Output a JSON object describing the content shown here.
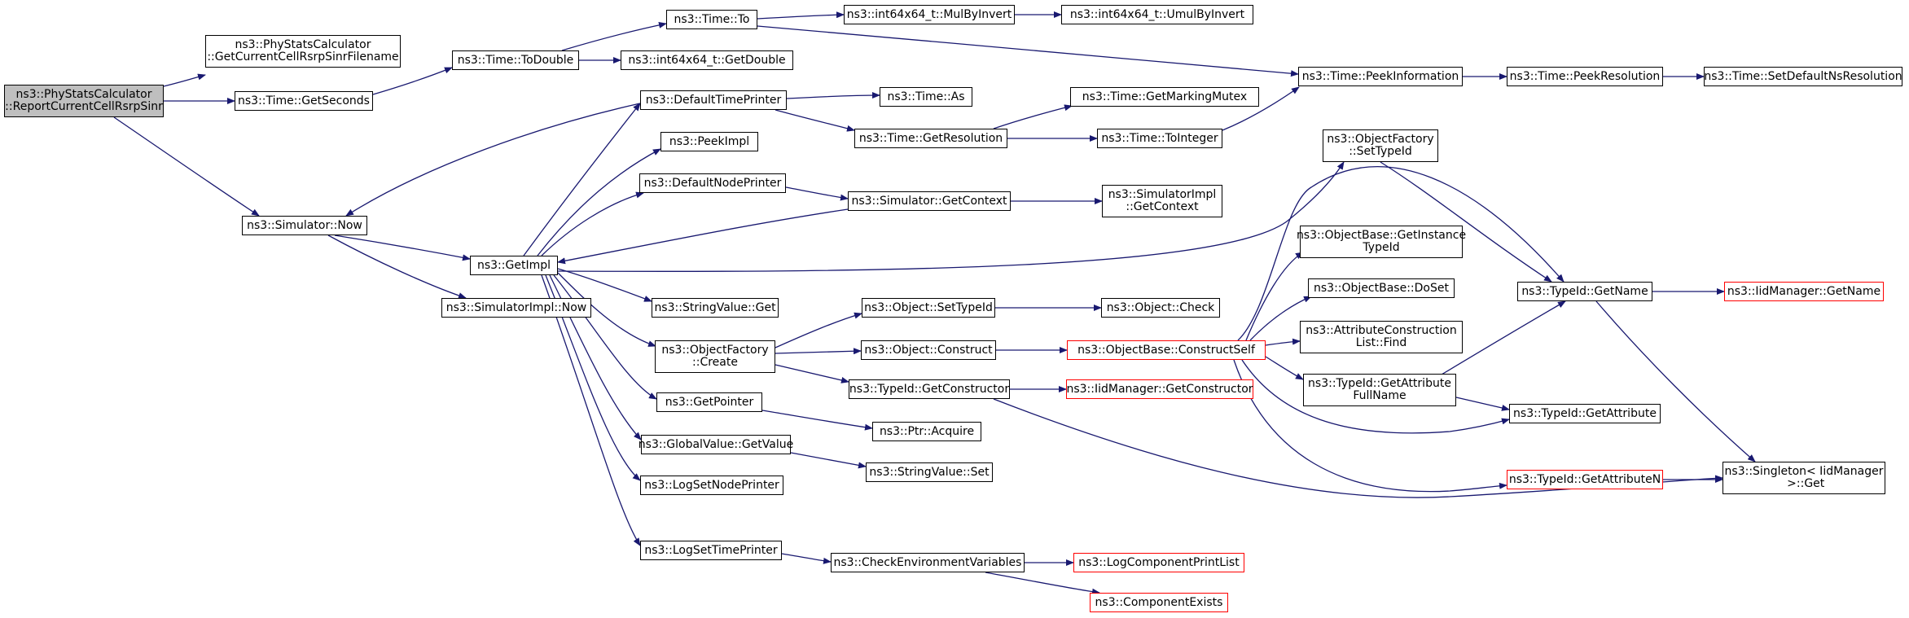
{
  "colors": {
    "edge": "#191970",
    "node_border": "#000000",
    "truncated_border": "#ff0000",
    "root_fill": "#bfbfbf",
    "node_fill": "#ffffff"
  },
  "nodes": {
    "report": "ns3::PhyStatsCalculator\n::ReportCurrentCellRsrpSinr",
    "getfilename": "ns3::PhyStatsCalculator\n::GetCurrentCellRsrpSinrFilename",
    "getseconds": "ns3::Time::GetSeconds",
    "simnow": "ns3::Simulator::Now",
    "todouble": "ns3::Time::ToDouble",
    "timeto": "ns3::Time::To",
    "getdouble": "ns3::int64x64_t::GetDouble",
    "mulbyinvert": "ns3::int64x64_t::MulByInvert",
    "umulbyinvert": "ns3::int64x64_t::UmulByInvert",
    "peekinfo": "ns3::Time::PeekInformation",
    "peekres": "ns3::Time::PeekResolution",
    "setdefaultres": "ns3::Time::SetDefaultNsResolution",
    "deftimeprinter": "ns3::DefaultTimePrinter",
    "timeas": "ns3::Time::As",
    "getres": "ns3::Time::GetResolution",
    "getmarkingmutex": "ns3::Time::GetMarkingMutex",
    "tointeger": "ns3::Time::ToInteger",
    "peekimpl": "ns3::PeekImpl",
    "defnodeprinter": "ns3::DefaultNodePrinter",
    "simgetcontext": "ns3::Simulator::GetContext",
    "simimplgetcontext": "ns3::SimulatorImpl\n::GetContext",
    "getimpl": "ns3::GetImpl",
    "simimplnow": "ns3::SimulatorImpl::Now",
    "stringvalueget": "ns3::StringValue::Get",
    "ofcreate": "ns3::ObjectFactory\n::Create",
    "objsettypeid": "ns3::Object::SetTypeId",
    "objcheck": "ns3::Object::Check",
    "objconstruct": "ns3::Object::Construct",
    "constructself": "ns3::ObjectBase::ConstructSelf",
    "typeidgetconstructor": "ns3::TypeId::GetConstructor",
    "iidgetconstructor": "ns3::IidManager::GetConstructor",
    "getpointer": "ns3::GetPointer",
    "ptracquire": "ns3::Ptr::Acquire",
    "globalgetvalue": "ns3::GlobalValue::GetValue",
    "stringvalueset": "ns3::StringValue::Set",
    "logsetnodeprinter": "ns3::LogSetNodePrinter",
    "logsettimeprinter": "ns3::LogSetTimePrinter",
    "checkenv": "ns3::CheckEnvironmentVariables",
    "logcomponentprintlist": "ns3::LogComponentPrintList",
    "componentexists": "ns3::ComponentExists",
    "ofsettypeid": "ns3::ObjectFactory\n::SetTypeId",
    "getinstancetypeid": "ns3::ObjectBase::GetInstance\nTypeId",
    "doset": "ns3::ObjectBase::DoSet",
    "attrconstructfind": "ns3::AttributeConstruction\nList::Find",
    "getattributefullname": "ns3::TypeId::GetAttribute\nFullName",
    "getattribute": "ns3::TypeId::GetAttribute",
    "getattributen": "ns3::TypeId::GetAttributeN",
    "typeidgetname": "ns3::TypeId::GetName",
    "iidgetname": "ns3::IidManager::GetName",
    "singletonget": "ns3::Singleton< IidManager\n >::Get"
  }
}
